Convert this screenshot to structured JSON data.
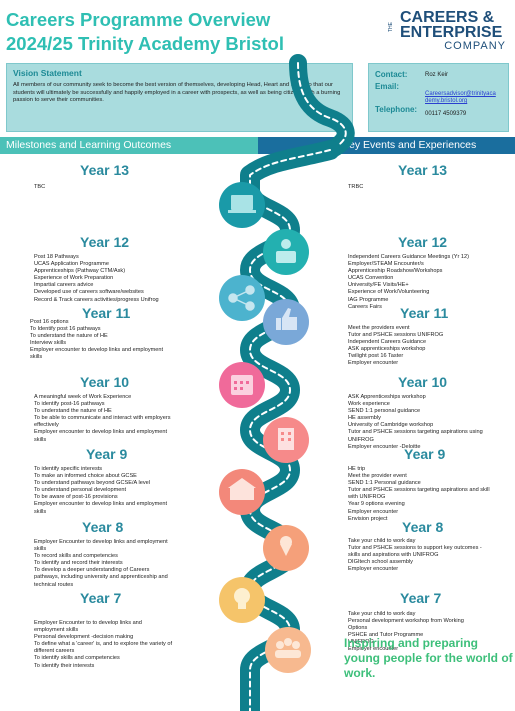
{
  "title_line1": "Careers Programme Overview",
  "title_line2": "2024/25 Trinity Academy Bristol",
  "logo": {
    "the": "THE",
    "careers": "CAREERS &",
    "enterprise": "ENTERPRISE",
    "company": "COMPANY"
  },
  "vision": {
    "heading": "Vision Statement",
    "text": "All members of our community seek to become the best version of themselves, developing Head, Heart and Soul, so that our students will ultimately be successfully and happily employed in a career with prospects, as well as being citizens with a burning passion to serve their communities."
  },
  "contact": {
    "contact_label": "Contact:",
    "contact_value": "Roz Keir",
    "email_label": "Email:",
    "email_line1": "Careersadvisor@trinityaca",
    "email_line2": "demy.bristol.org",
    "telephone_label": "Telephone:",
    "telephone_value": "00117 4509379"
  },
  "headers": {
    "left": "Milestones and Learning Outcomes",
    "right": "Key Events and Experiences"
  },
  "left": [
    {
      "year": "Year 13",
      "lines": [
        "TBC"
      ]
    },
    {
      "year": "Year 12",
      "lines": [
        "Post 18 Pathways",
        "UCAS Application Programme",
        "Apprenticeships (Pathway CTM/Ask)",
        "Experience of Work Preparation",
        "Impartial careers advice",
        "Developed use of careers software/websites",
        "Record & Track careers activities/progress Unifrog"
      ]
    },
    {
      "year": "Year 11",
      "lines": [
        "Post 16 options",
        "To Identify post 16 pathways",
        "To understand the nature of HE",
        "Interview skills",
        "Employer encounter to develop links and employment",
        "skills"
      ]
    },
    {
      "year": "Year 10",
      "lines": [
        "A meaningful week of Work Experience",
        "To identify post-16 pathways",
        "To understand the nature of HE",
        "To be able to communicate and interact with employers",
        "effectively",
        "Employer encounter to develop links and employment",
        "skills"
      ]
    },
    {
      "year": "Year 9",
      "lines": [
        "To identify specific interests",
        "To make an informed choice about GCSE",
        "To understand pathways beyond GCSE/A level",
        "To understand personal development",
        "To be aware of post-16 provisions",
        "Employer encounter to develop links and employment",
        "skills"
      ]
    },
    {
      "year": "Year 8",
      "lines": [
        "Employer Encounter to develop links and employment",
        "skills",
        "To record  skills and competencies",
        "To identify and record  their interests",
        "To develop a deeper understanding of Careers",
        "pathways, including university and apprenticeship and",
        "technical routes"
      ]
    },
    {
      "year": "Year 7",
      "lines": [
        "Employer Encounter to to develop links and",
        "employment skills",
        "Personal development  -decision making",
        "To define what a 'career' is, and to explore the variety of",
        "different careers",
        "To identify skills and competencies",
        "To identify their interests"
      ]
    }
  ],
  "right": [
    {
      "year": "Year 13",
      "lines": [
        "TRBC"
      ]
    },
    {
      "year": "Year 12",
      "lines": [
        "Independent Careers Guidance Meetings (Yr 12)",
        "Employer/STEAM Encounter/s",
        "Apprenticeship Roadshow/Workshops",
        "UCAS Convention",
        "University/FE Visits/HE+",
        "Experience of Work/Volunteering",
        "IAG Programme",
        "Careers Fairs"
      ]
    },
    {
      "year": "Year 11",
      "lines": [
        "Meet the providers event",
        "Tutor and PSHCE sessions UNIFROG",
        "Independent Careers Guidance",
        "ASK  apprenticeships workshop",
        "Twilight post 16 Taster",
        "Employer encounter"
      ]
    },
    {
      "year": "Year 10",
      "lines": [
        "ASK Apprenticeships workshop",
        "Work experience",
        "SEND 1:1 personal guidance",
        "HE assembly",
        "University of Cambridge workshop",
        "Tutor and PSHCE sessions targeting aspirations using",
        "UNIFROG",
        "Employer encounter -Deloitte"
      ]
    },
    {
      "year": "Year 9",
      "lines": [
        "HE trip",
        "Meet the provider event",
        "SEND 1:1 Personal guidance",
        "Tutor and PSHCE sessions targeting aspirations and skill",
        "with UNIFROG",
        "Year 9 options evening",
        "Employer encounter",
        "Envision project"
      ]
    },
    {
      "year": "Year 8",
      "lines": [
        "Take your child to work day",
        "Tutor and PSHCE sessions to support key outcomes -",
        "skills and aspirations with UNIFROG",
        "DIGItech school assembly",
        "Employer encounter"
      ]
    },
    {
      "year": "Year 7",
      "lines": [
        "Take your child to work day",
        "Personal development workshop from Working",
        "Options",
        "PSHCE and Tutor Programme",
        "UNIFROG",
        "Employer encounter"
      ]
    }
  ],
  "tagline": "Inspiring and preparing young  people for the world of work.",
  "colors": {
    "teal": "#2fbfb3",
    "navy": "#1a6e9e",
    "road": "#0f7f8c",
    "green": "#3dbf7a"
  }
}
